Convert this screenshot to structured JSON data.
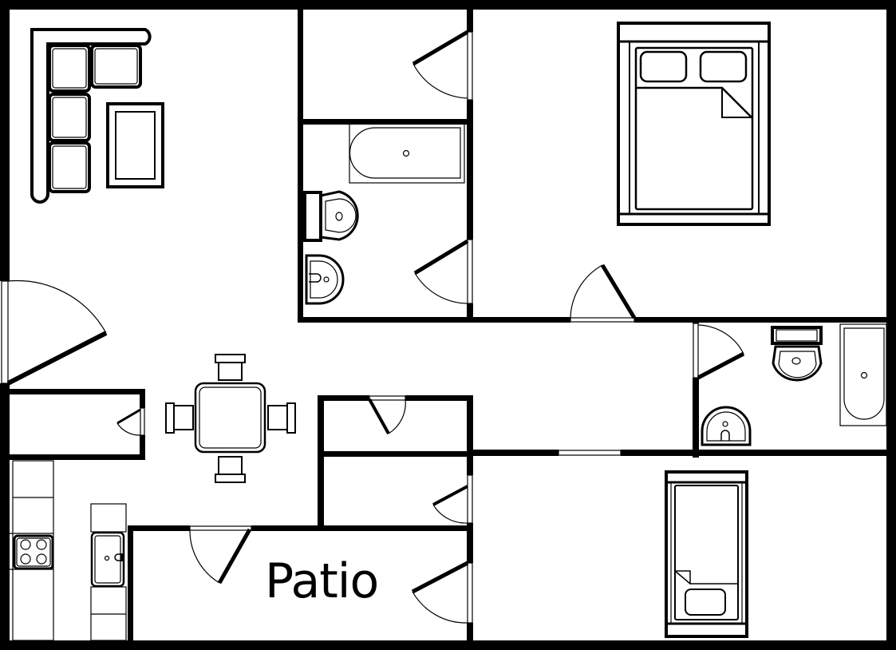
{
  "diagram": {
    "type": "floor-plan",
    "colors": {
      "wall": "#000000",
      "background": "#ffffff"
    },
    "rooms": [
      {
        "id": "living-room",
        "furniture": [
          "sectional-sofa",
          "coffee-table"
        ]
      },
      {
        "id": "closet-top",
        "furniture": []
      },
      {
        "id": "bathroom-1",
        "furniture": [
          "bathtub",
          "toilet",
          "sink"
        ]
      },
      {
        "id": "master-bedroom",
        "furniture": [
          "double-bed"
        ]
      },
      {
        "id": "bathroom-2",
        "furniture": [
          "toilet",
          "sink",
          "bathtub"
        ]
      },
      {
        "id": "dining-area",
        "furniture": [
          "dining-table",
          "chairs-4"
        ]
      },
      {
        "id": "storage-1",
        "furniture": []
      },
      {
        "id": "storage-2",
        "furniture": []
      },
      {
        "id": "kitchen",
        "furniture": [
          "stove",
          "sink",
          "counters"
        ]
      },
      {
        "id": "patio",
        "furniture": []
      },
      {
        "id": "bedroom-2",
        "furniture": [
          "single-bed"
        ]
      }
    ],
    "labels": {
      "patio": "Patio"
    }
  }
}
